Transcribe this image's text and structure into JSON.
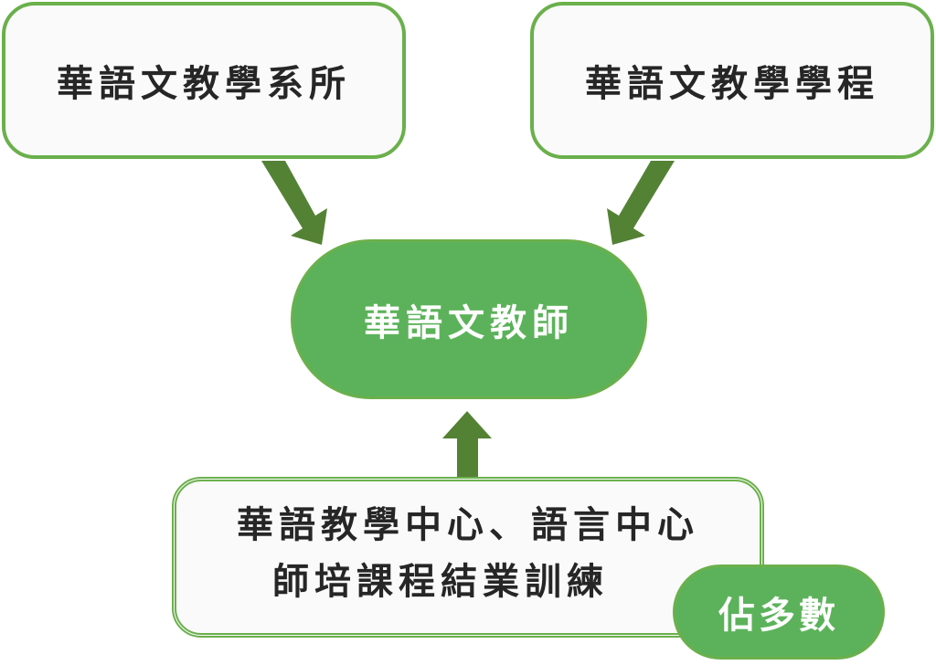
{
  "nodes": {
    "top_left": "華語文教學系所",
    "top_right": "華語文教學學程",
    "center": "華語文教師",
    "bottom_line1": "華語教學中心、語言中心",
    "bottom_line2": "師培課程結業訓練",
    "badge": "佔多數"
  },
  "colors": {
    "border": "#6ab04c",
    "fill_green": "#5cb25a",
    "arrow": "#548235"
  }
}
